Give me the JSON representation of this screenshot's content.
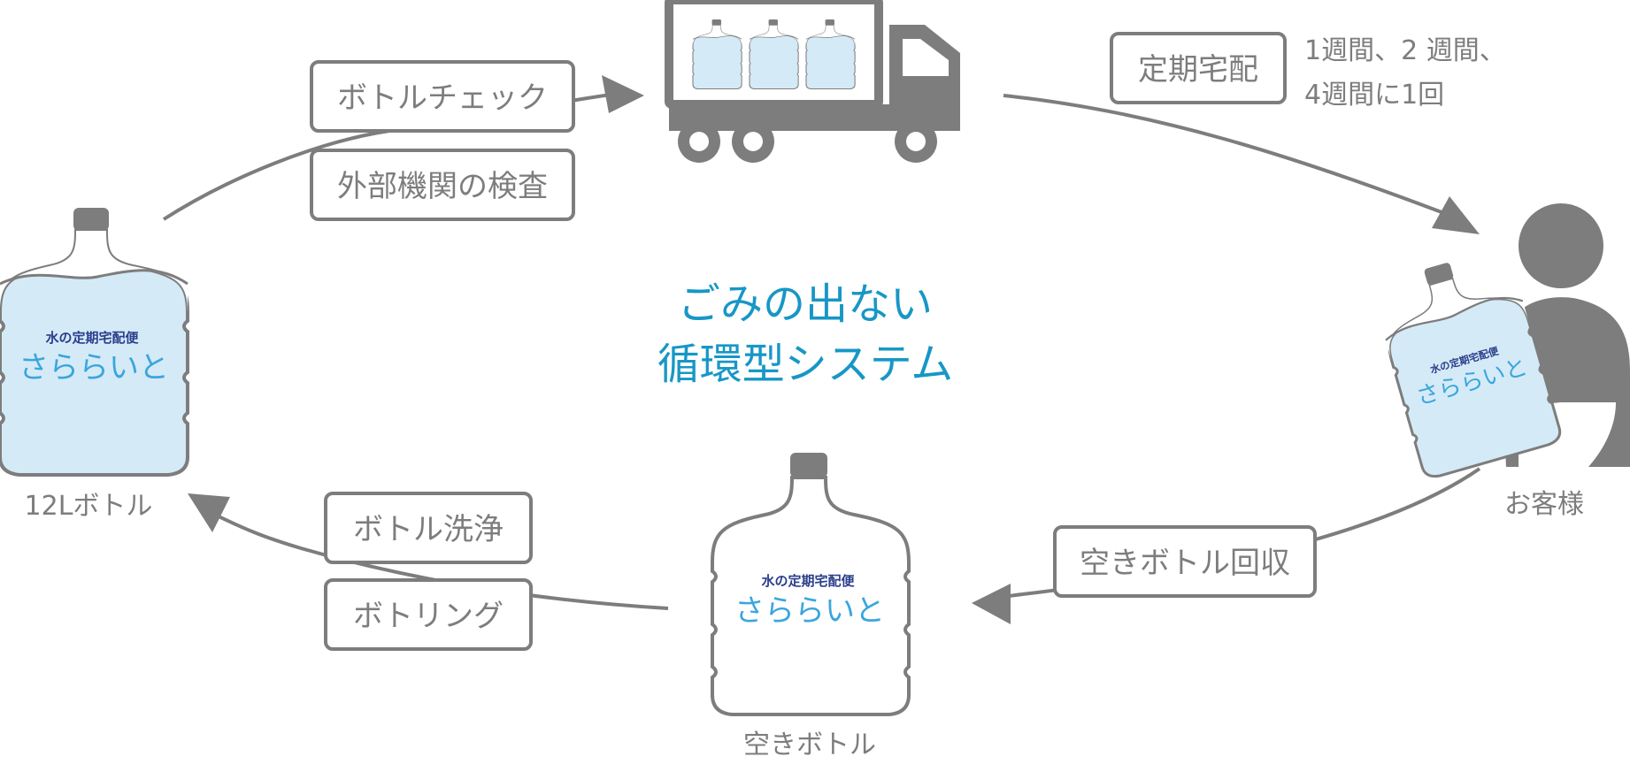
{
  "title": {
    "line1": "ごみの出ない",
    "line2": "循環型システム"
  },
  "brand": {
    "top": "水の定期宅配便",
    "main": "さららいと"
  },
  "labels": {
    "bottle_12l": "12Lボトル",
    "customer": "お客様",
    "empty_bottle": "空きボトル",
    "schedule_line1": "1週間、2 週間、",
    "schedule_line2": "4週間に1回"
  },
  "boxes": {
    "bottle_check": "ボトルチェック",
    "external_inspection": "外部機関の検査",
    "regular_delivery": "定期宅配",
    "empty_collection": "空きボトル回収",
    "bottle_wash": "ボトル洗浄",
    "bottling": "ボトリング"
  },
  "colors": {
    "gray": "#7d7d7d",
    "accent": "#1797c6",
    "bottle_fill": "#d5eaf7",
    "brand_navy": "#2a3e8c",
    "brand_light": "#3aa6dd"
  }
}
